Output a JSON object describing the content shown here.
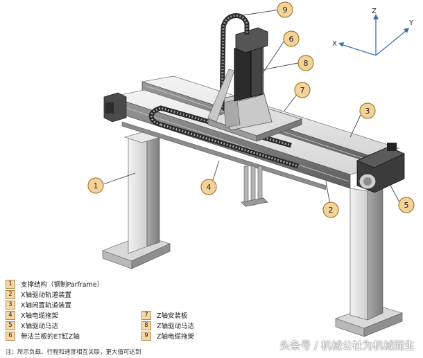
{
  "callouts": [
    "1",
    "2",
    "3",
    "4",
    "5",
    "6",
    "7",
    "8",
    "9"
  ],
  "axes": {
    "z": "Z",
    "x": "X",
    "y": "Y"
  },
  "legend": [
    {
      "num": "1",
      "label": "支撑结构（钢制Parframe）"
    },
    {
      "num": "2",
      "label": "X轴驱动轨道装置"
    },
    {
      "num": "3",
      "label": "X轴闲置轨道装置"
    },
    {
      "num": "4",
      "label": "X轴电缆拖架"
    },
    {
      "num": "5",
      "label": "X轴驱动马达"
    },
    {
      "num": "6",
      "label": "带法兰板的ET缸Z轴"
    },
    {
      "num": "7",
      "label": "Z轴安装板"
    },
    {
      "num": "8",
      "label": "Z轴驱动马达"
    },
    {
      "num": "9",
      "label": "Z轴电缆拖架"
    }
  ],
  "note": "注：所示负载、行程和速度相互关联，更大值可达到",
  "watermark": "头条号 / 机械公社为机械而生",
  "colors": {
    "callout_fill": "#f3d39a",
    "callout_stroke": "#a8792f",
    "frame_light": "#e7e7e7",
    "frame_mid": "#bdbdbd",
    "frame_dark": "#6f6f6f",
    "axis_line": "#3a6fb0"
  }
}
